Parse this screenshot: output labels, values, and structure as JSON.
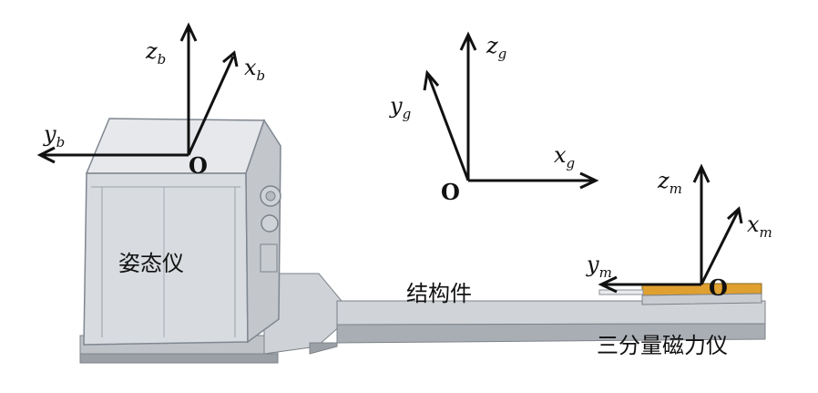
{
  "frames": {
    "body": {
      "origin": "O",
      "axes": {
        "z": {
          "letter": "z",
          "sub": "b"
        },
        "x": {
          "letter": "x",
          "sub": "b"
        },
        "y": {
          "letter": "y",
          "sub": "b"
        }
      }
    },
    "geo": {
      "origin": "O",
      "axes": {
        "z": {
          "letter": "z",
          "sub": "g"
        },
        "x": {
          "letter": "x",
          "sub": "g"
        },
        "y": {
          "letter": "y",
          "sub": "g"
        }
      }
    },
    "mag": {
      "origin": "O",
      "axes": {
        "z": {
          "letter": "z",
          "sub": "m"
        },
        "x": {
          "letter": "x",
          "sub": "m"
        },
        "y": {
          "letter": "y",
          "sub": "m"
        }
      }
    }
  },
  "labels": {
    "attitude_instrument": "姿态仪",
    "structure": "结构件",
    "magnetometer": "三分量磁力仪"
  },
  "colors": {
    "device_body": "#d5d8dc",
    "device_edge": "#8a8f95",
    "sensor_top": "#e0a030",
    "arrow": "#111111"
  }
}
